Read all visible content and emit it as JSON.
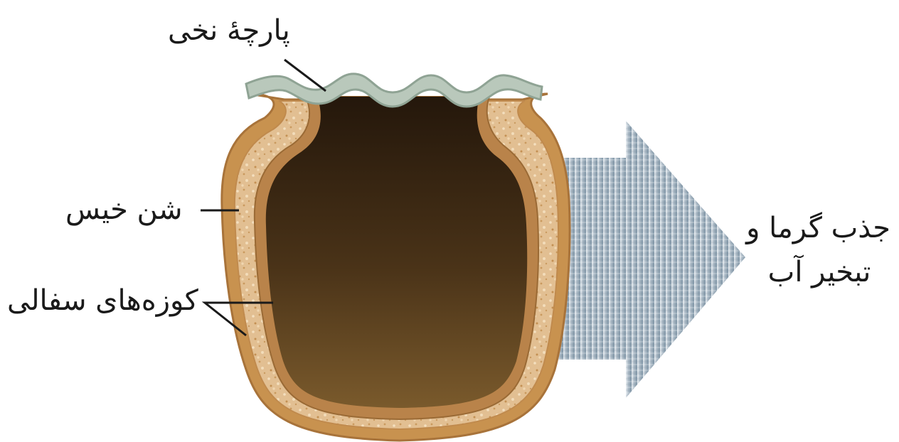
{
  "labels": {
    "cloth": "پارچهٔ نخی",
    "wet_sand": "شن خیس",
    "clay_pots": "کوزه‌های سفالی",
    "effect_line1": "جذب گرما و",
    "effect_line2": "تبخیر آب"
  },
  "colors": {
    "outer_pot": "#c8924f",
    "sand": "#e6c497",
    "inner_pot": "#b9834a",
    "contents_dark": "#2c1d10",
    "contents_light": "#6e5128",
    "cloth": "#b7c6b9",
    "arrow": "#8aa0b0"
  }
}
